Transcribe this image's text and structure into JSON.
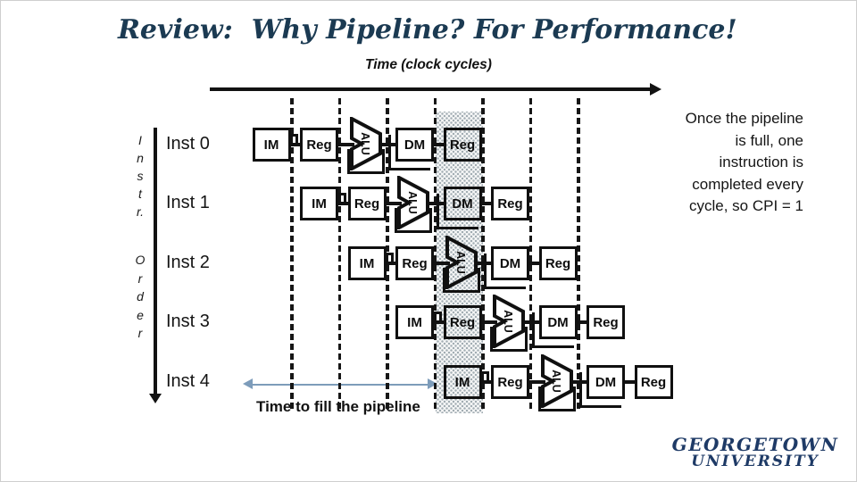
{
  "title": "Review:  Why Pipeline? For Performance!",
  "time_axis": {
    "label": "Time (clock cycles)"
  },
  "left_rail": {
    "instr_letters": [
      "I",
      "n",
      "s",
      "t",
      "r."
    ],
    "order_letters": [
      "O",
      "r",
      "d",
      "e",
      "r"
    ]
  },
  "pipeline": {
    "stage_labels": [
      "IM",
      "Reg",
      "ALU",
      "DM",
      "Reg"
    ],
    "instructions": [
      {
        "label": "Inst 0"
      },
      {
        "label": "Inst 1"
      },
      {
        "label": "Inst 2"
      },
      {
        "label": "Inst 3"
      },
      {
        "label": "Inst 4"
      }
    ],
    "cycles_shown": 9,
    "full_from_cycle": 5
  },
  "annotations": {
    "fill_time_label": "Time to fill the pipeline",
    "note_lines": [
      "Once the pipeline",
      "is full, one",
      "instruction is",
      "completed every",
      "cycle, so CPI = 1"
    ]
  },
  "logo": {
    "line1": "GEORGETOWN",
    "line2": "UNIVERSITY"
  },
  "colors": {
    "title": "#1b3a52",
    "ink": "#121212",
    "logo": "#1e3a66",
    "fill_arrow": "#7d9cba",
    "dot_strip": "#a2adb3"
  }
}
